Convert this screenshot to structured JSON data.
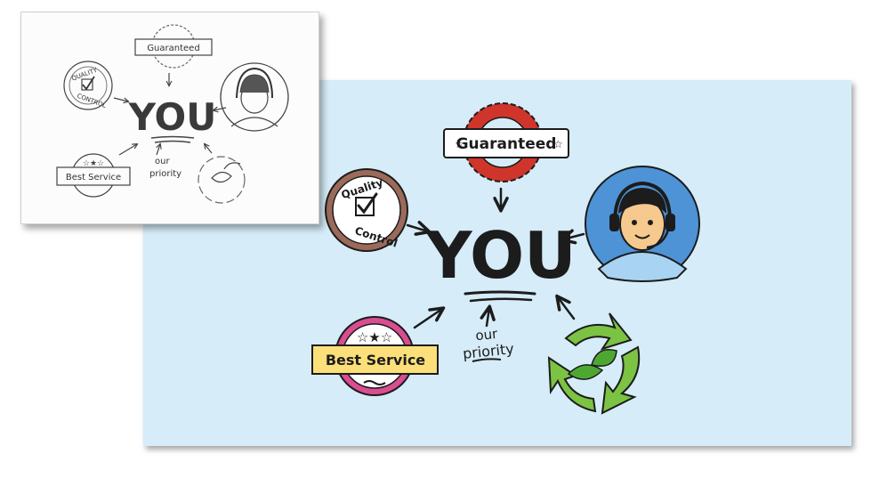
{
  "sketch": {
    "guaranteed": "Guaranteed",
    "quality": "QUALITY",
    "control": "CONTROL",
    "you": "YOU",
    "best_service": "Best Service",
    "our": "our",
    "priority": "priority"
  },
  "final": {
    "guaranteed": "Guaranteed",
    "quality": "Quality",
    "control": "Control",
    "you": "YOU",
    "best_service": "Best Service",
    "our": "our",
    "priority": "priority"
  },
  "colors": {
    "background_panel": "#d6ecf8",
    "guaranteed_ring": "#d0352b",
    "quality_ring": "#9b6a5a",
    "best_service_ring": "#d94d91",
    "best_service_banner": "#fbe07a",
    "agent_circle": "#4d93d6",
    "recycle_green": "#7cc243",
    "ink": "#1c1c1c"
  }
}
